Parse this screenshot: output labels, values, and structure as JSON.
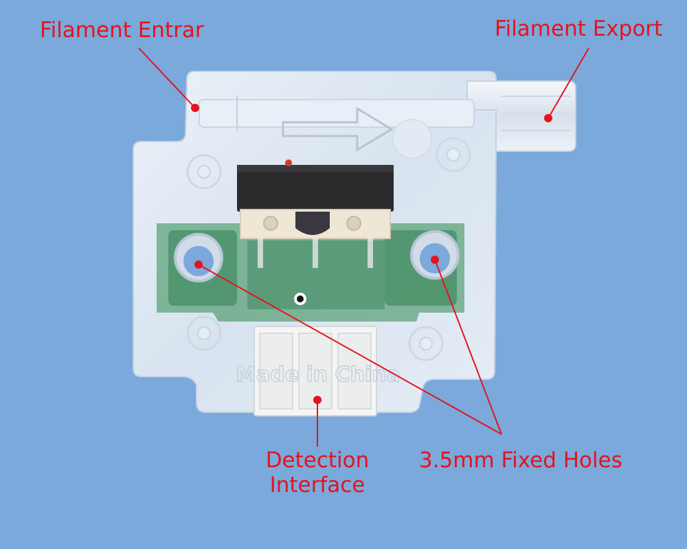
{
  "colors": {
    "background": "#7ba9dc",
    "label": "#e5131d",
    "housing": "#dfe8f2",
    "pcb": "#2f8a4f",
    "switch": "#2c2a2d"
  },
  "labels": {
    "filament_entrar": "Filament Entrar",
    "filament_export": "Filament Export",
    "detection_interface_line1": "Detection",
    "detection_interface_line2": "Interface",
    "fixed_holes": "3.5mm Fixed Holes"
  },
  "molded_text": "Made in China"
}
